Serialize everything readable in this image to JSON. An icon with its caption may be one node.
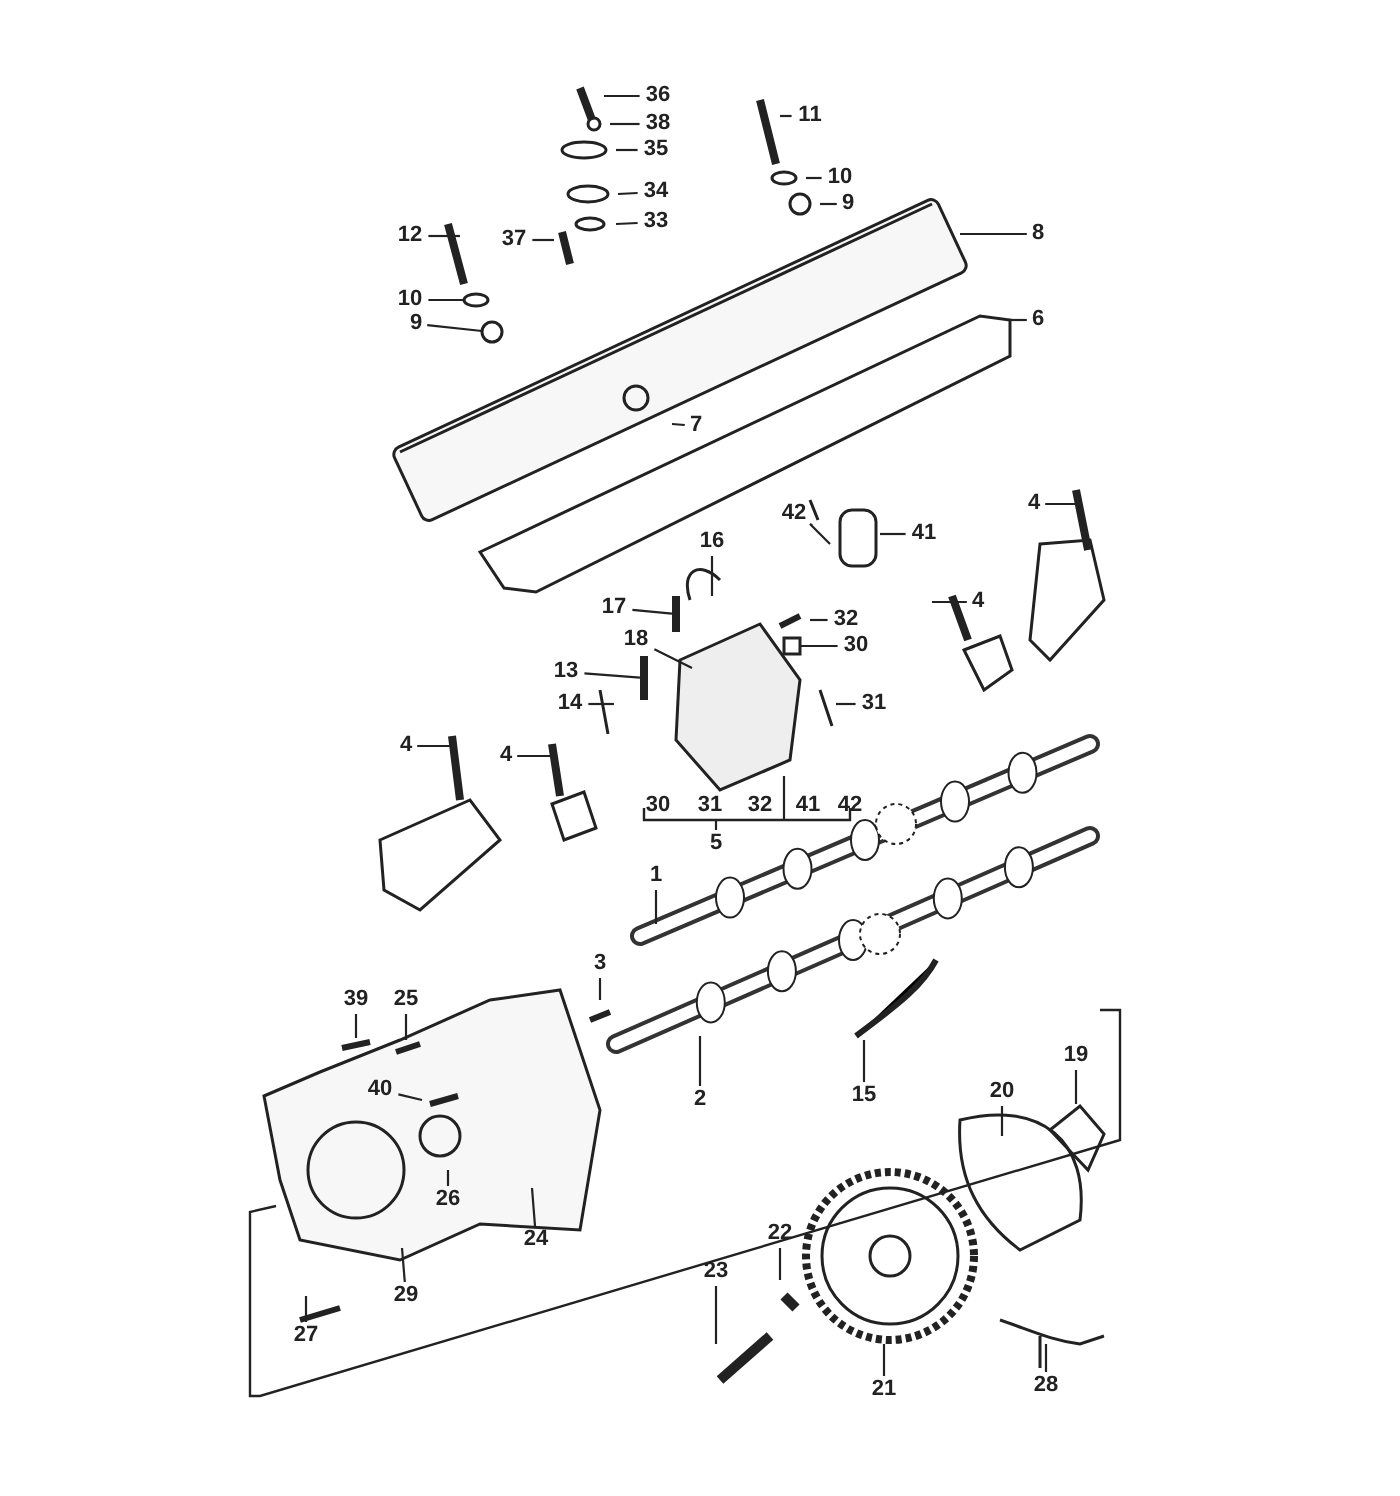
{
  "diagram": {
    "nodes": [
      {
        "text": [
          "36"
        ]
      },
      {
        "text": [
          "11"
        ]
      },
      {
        "text": [
          "38"
        ]
      },
      {
        "text": [
          "35"
        ]
      },
      {
        "text": [
          "10"
        ]
      },
      {
        "text": [
          "34"
        ]
      },
      {
        "text": [
          "9"
        ]
      },
      {
        "text": [
          "33"
        ]
      },
      {
        "text": [
          "8"
        ]
      },
      {
        "text": [
          "12"
        ]
      },
      {
        "text": [
          "37"
        ]
      },
      {
        "text": [
          "10"
        ]
      },
      {
        "text": [
          "9"
        ]
      },
      {
        "text": [
          "6"
        ]
      },
      {
        "text": [
          "7"
        ]
      },
      {
        "text": [
          "4"
        ]
      },
      {
        "text": [
          "42"
        ]
      },
      {
        "text": [
          "41"
        ]
      },
      {
        "text": [
          "16"
        ]
      },
      {
        "text": [
          "4"
        ]
      },
      {
        "text": [
          "17"
        ]
      },
      {
        "text": [
          "32"
        ]
      },
      {
        "text": [
          "18"
        ]
      },
      {
        "text": [
          "30"
        ]
      },
      {
        "text": [
          "13"
        ]
      },
      {
        "text": [
          "14"
        ]
      },
      {
        "text": [
          "31"
        ]
      },
      {
        "text": [
          "4"
        ]
      },
      {
        "text": [
          "4"
        ]
      },
      {
        "text": [
          "5"
        ]
      },
      {
        "text": [
          "1"
        ]
      },
      {
        "text": [
          "3"
        ]
      },
      {
        "text": [
          "39"
        ]
      },
      {
        "text": [
          "25"
        ]
      },
      {
        "text": [
          "40"
        ]
      },
      {
        "text": [
          "2"
        ]
      },
      {
        "text": [
          "15"
        ]
      },
      {
        "text": [
          "19"
        ]
      },
      {
        "text": [
          "20"
        ]
      },
      {
        "text": [
          "26"
        ]
      },
      {
        "text": [
          "24"
        ]
      },
      {
        "text": [
          "22"
        ]
      },
      {
        "text": [
          "29"
        ]
      },
      {
        "text": [
          "23"
        ]
      },
      {
        "text": [
          "27"
        ]
      },
      {
        "text": [
          "21"
        ]
      },
      {
        "text": [
          "28"
        ]
      },
      {
        "text": [],
        "shape": "circle"
      },
      {
        "text": [],
        "shape": "bar"
      },
      {
        "text": [],
        "shape": "box"
      },
      {
        "text": [],
        "shape": "bar"
      },
      {
        "text": [],
        "shape": "circle"
      }
    ],
    "edges": [
      {
        "from": 0,
        "to": null,
        "arrow": "none"
      },
      {
        "from": 1,
        "to": null,
        "arrow": "none"
      },
      {
        "from": 2,
        "to": null,
        "arrow": "none"
      },
      {
        "from": 3,
        "to": null,
        "arrow": "none"
      },
      {
        "from": 4,
        "to": null,
        "arrow": "none"
      },
      {
        "from": 5,
        "to": null,
        "arrow": "none"
      },
      {
        "from": 6,
        "to": null,
        "arrow": "none"
      },
      {
        "from": 7,
        "to": null,
        "arrow": "none"
      },
      {
        "from": 8,
        "to": null,
        "arrow": "none"
      },
      {
        "from": 9,
        "to": null,
        "arrow": "none"
      },
      {
        "from": 10,
        "to": null,
        "arrow": "none"
      },
      {
        "from": 11,
        "to": 47,
        "arrow": "none"
      },
      {
        "from": 12,
        "to": 51,
        "arrow": "none"
      },
      {
        "from": 13,
        "to": null,
        "arrow": "none"
      },
      {
        "from": 14,
        "to": null,
        "arrow": "none"
      },
      {
        "from": 15,
        "to": null,
        "arrow": "none"
      },
      {
        "from": 16,
        "to": null,
        "arrow": "none"
      },
      {
        "from": 17,
        "to": null,
        "arrow": "none"
      },
      {
        "from": 18,
        "to": null,
        "arrow": "none"
      },
      {
        "from": 19,
        "to": null,
        "arrow": "none"
      },
      {
        "from": 20,
        "to": 48,
        "arrow": "none"
      },
      {
        "from": 21,
        "to": null,
        "arrow": "none"
      },
      {
        "from": 22,
        "to": null,
        "arrow": "none"
      },
      {
        "from": 23,
        "to": 49,
        "arrow": "none"
      },
      {
        "from": 24,
        "to": 50,
        "arrow": "none"
      },
      {
        "from": 25,
        "to": null,
        "arrow": "none"
      },
      {
        "from": 26,
        "to": null,
        "arrow": "none"
      },
      {
        "from": 27,
        "to": null,
        "arrow": "none"
      },
      {
        "from": 28,
        "to": null,
        "arrow": "none"
      },
      {
        "from": 29,
        "to": null,
        "arrow": "none"
      },
      {
        "from": 30,
        "to": null,
        "arrow": "none"
      },
      {
        "from": 31,
        "to": null,
        "arrow": "none"
      },
      {
        "from": 32,
        "to": null,
        "arrow": "none"
      },
      {
        "from": 33,
        "to": null,
        "arrow": "none"
      },
      {
        "from": 34,
        "to": null,
        "arrow": "none"
      },
      {
        "from": 35,
        "to": null,
        "arrow": "none"
      },
      {
        "from": 36,
        "to": null,
        "arrow": "none"
      },
      {
        "from": 37,
        "to": null,
        "arrow": "none"
      },
      {
        "from": 38,
        "to": null,
        "arrow": "none"
      },
      {
        "from": 39,
        "to": null,
        "arrow": "none"
      },
      {
        "from": 40,
        "to": null,
        "arrow": "none"
      },
      {
        "from": 41,
        "to": null,
        "arrow": "none"
      },
      {
        "from": 42,
        "to": null,
        "arrow": "none"
      },
      {
        "from": 43,
        "to": null,
        "arrow": "none"
      },
      {
        "from": 44,
        "to": null,
        "arrow": "none"
      },
      {
        "from": 45,
        "to": null,
        "arrow": "none"
      },
      {
        "from": 46,
        "to": null,
        "arrow": "none"
      }
    ],
    "labels": [
      "30",
      "31",
      "32",
      "41",
      "42"
    ]
  }
}
